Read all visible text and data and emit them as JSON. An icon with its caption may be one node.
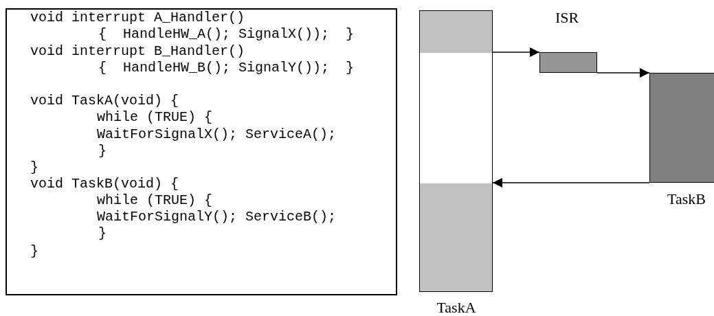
{
  "diagram": {
    "nodes": [
      {
        "text": [
          "void interrupt A_Handler()",
          "{  HandleHW_A(); SignalX());  }",
          "void interrupt B_Handler()",
          "{  HandleHW_B(); SignalY());  }",
          "void TaskA(void) {",
          "while (TRUE) {",
          "WaitForSignalX(); ServiceA();",
          "}",
          "}",
          "void TaskB(void) {",
          "while (TRUE) {",
          "WaitForSignalY(); ServiceB();",
          "}",
          "}"
        ]
      },
      {
        "text": [],
        "shape": "bar",
        "beside": [
          "TaskA"
        ]
      },
      {
        "text": [],
        "shape": "bar",
        "beside": [
          "ISR"
        ]
      },
      {
        "text": [],
        "shape": "bar",
        "beside": [
          "TaskB"
        ]
      }
    ],
    "edges": [
      {
        "from": 1,
        "to": 2,
        "arrow": "to"
      },
      {
        "from": 2,
        "to": 3,
        "arrow": "to"
      },
      {
        "from": 3,
        "to": 1,
        "arrow": "to"
      }
    ]
  }
}
